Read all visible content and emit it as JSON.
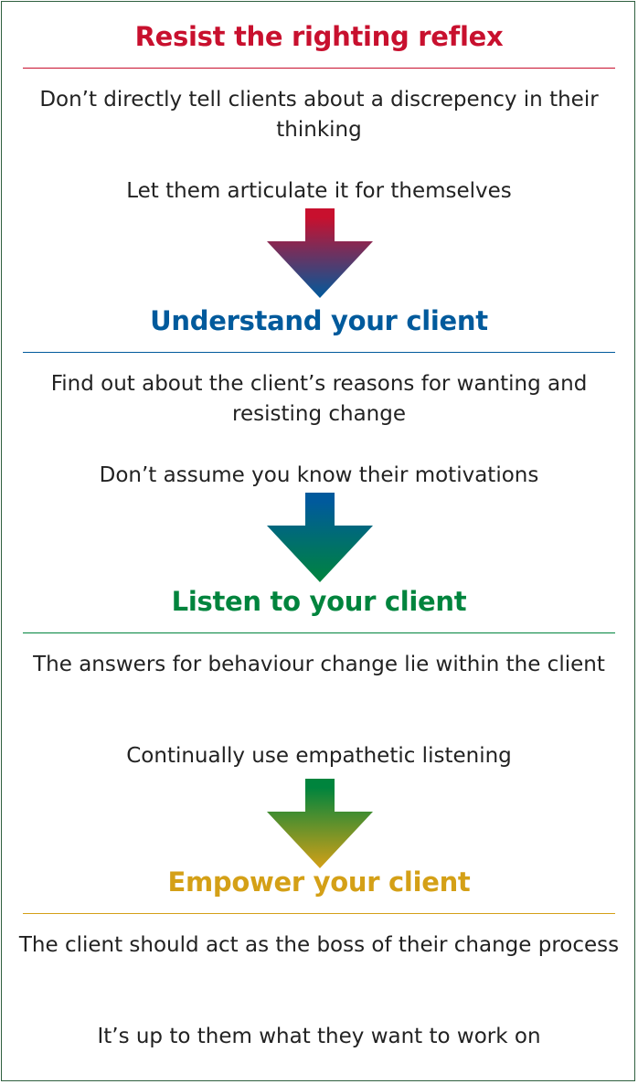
{
  "colors": {
    "red": "#c8102e",
    "blue": "#005a9c",
    "green": "#00843d",
    "gold": "#d4a017",
    "frame": "#2f5f3f",
    "text": "#222222"
  },
  "sections": [
    {
      "heading": "Resist the righting reflex",
      "color": "#c8102e",
      "points": [
        "Don’t directly tell clients about a discrepency in their thinking",
        "Let them articulate it for themselves"
      ]
    },
    {
      "heading": "Understand your client",
      "color": "#005a9c",
      "points": [
        "Find out about the client’s reasons for wanting and resisting change",
        "Don’t assume you know their motivations"
      ]
    },
    {
      "heading": "Listen to your client",
      "color": "#00843d",
      "points": [
        "The answers for behaviour change lie within the client",
        "Continually use empathetic listening"
      ]
    },
    {
      "heading": "Empower your client",
      "color": "#d4a017",
      "points": [
        "The client should act as the boss of their change process",
        "It’s up to them what they want to work on"
      ]
    }
  ],
  "arrows": [
    {
      "from": "#c8102e",
      "to": "#005a9c",
      "icon": "down-arrow-icon"
    },
    {
      "from": "#005a9c",
      "to": "#00843d",
      "icon": "down-arrow-icon"
    },
    {
      "from": "#00843d",
      "to": "#d4a017",
      "icon": "down-arrow-icon"
    }
  ]
}
